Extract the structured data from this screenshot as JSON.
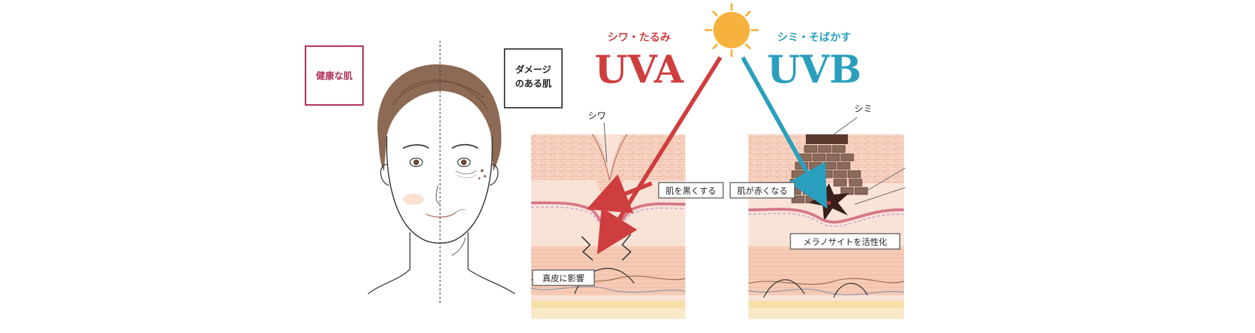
{
  "face": {
    "healthy_label": "健康な肌",
    "damaged_label_line1": "ダメージ",
    "damaged_label_line2": "のある肌"
  },
  "uva": {
    "subtitle": "シワ・たるみ",
    "title": "UVA",
    "wrinkle_label": "シワ",
    "darken_label": "肌を黒くする",
    "dermis_label": "真皮に影響",
    "color": "#cf3e3e"
  },
  "uvb": {
    "subtitle": "シミ・そばかす",
    "title": "UVB",
    "spot_label": "シミ",
    "redden_label": "肌が赤くなる",
    "melanocyte_label": "メラノサイトを活性化",
    "color": "#2a9fbd"
  },
  "colors": {
    "healthy_border": "#b0305a",
    "sun": "#f6b23c",
    "skin_light": "#fbe0d2",
    "skin_mid": "#f4c4ad",
    "skin_stripe": "#e8b49e",
    "fat_layer": "#f6e0a8"
  },
  "icons": {
    "sun": "sun-icon"
  }
}
